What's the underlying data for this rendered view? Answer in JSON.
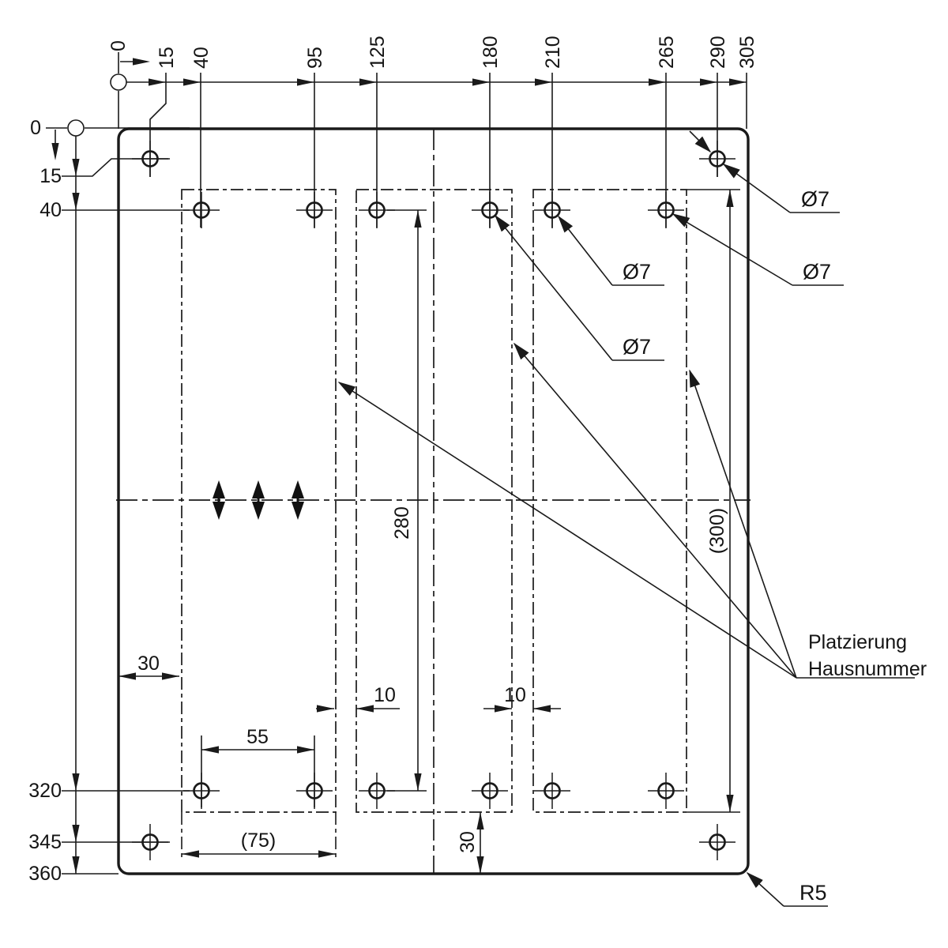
{
  "axes": {
    "top": [
      "0",
      "15",
      "40",
      "95",
      "125",
      "180",
      "210",
      "265",
      "290",
      "305"
    ],
    "left": [
      "0",
      "15",
      "40",
      "320",
      "345",
      "360"
    ]
  },
  "dimensions": {
    "left_margin": "30",
    "hole_spacing": "55",
    "zone_width": "(75)",
    "gap_left": "10",
    "gap_right": "10",
    "hole_row_span": "280",
    "zone_height": "(300)",
    "bottom_margin": "30"
  },
  "callouts": {
    "hole_diameter": "Ø7",
    "corner_radius": "R5",
    "note_line1": "Platzierung",
    "note_line2": "Hausnummer"
  },
  "colors": {
    "ink": "#1a1a1a",
    "background": "#ffffff"
  }
}
